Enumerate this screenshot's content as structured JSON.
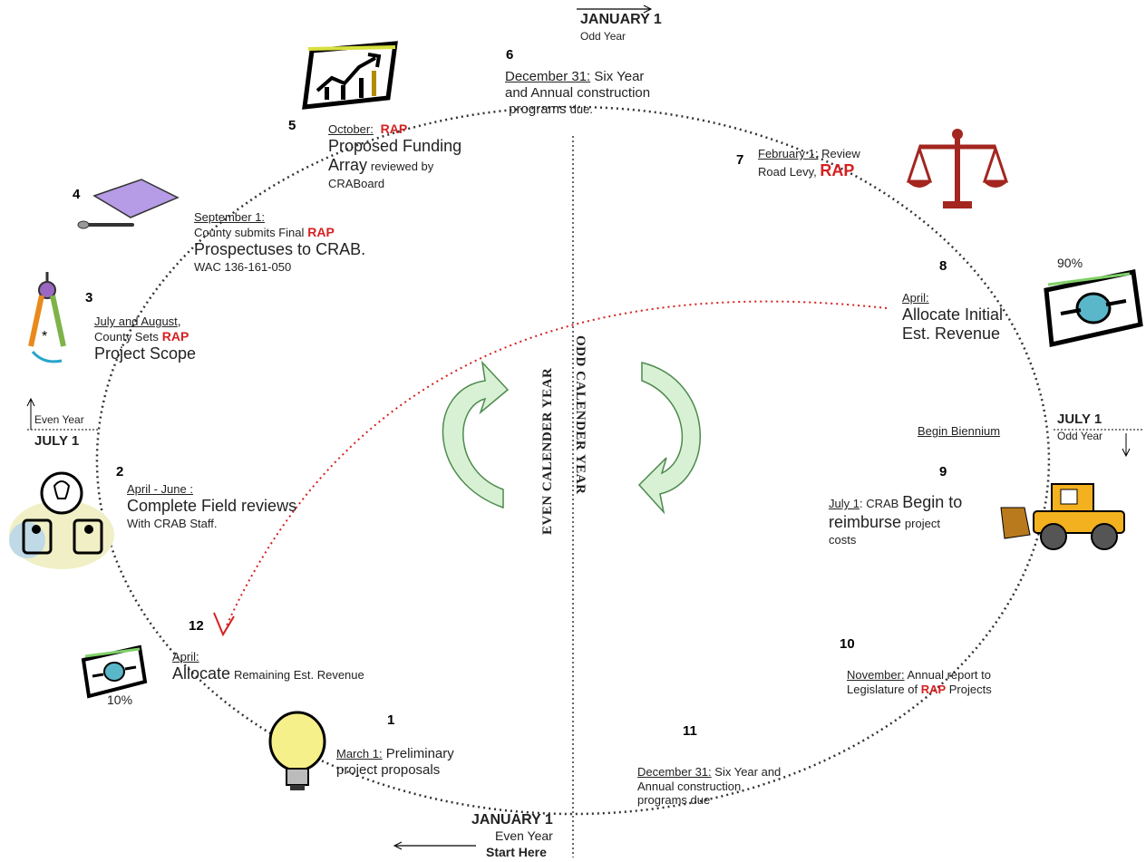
{
  "center": {
    "even_label": "EVEN CALENDER YEAR",
    "odd_label": "ODD CALENDER YEAR"
  },
  "markers": {
    "top": {
      "title": "JANUARY 1",
      "sub": "Odd Year"
    },
    "left": {
      "title": "JULY 1",
      "sub": "Even Year"
    },
    "right": {
      "title": "JULY 1",
      "sub": "Odd Year",
      "note": "Begin Biennium"
    },
    "bottom": {
      "title": "JANUARY 1",
      "sub": "Even Year",
      "start": "Start Here"
    }
  },
  "steps": [
    {
      "num": "1",
      "date": "March 1:",
      "text": "Preliminary",
      "text2": "project proposals"
    },
    {
      "num": "2",
      "date": "April - June :",
      "text": "Complete Field reviews",
      "text2": "With CRAB Staff."
    },
    {
      "num": "3",
      "date": "July and August",
      "text": "County Sets",
      "rap": "RAP",
      "text2": "Project Scope"
    },
    {
      "num": "4",
      "date": "September 1:",
      "text": "County submits Final",
      "rap": "RAP",
      "text2": "Prospectuses to CRAB.",
      "text3": "WAC 136-161-050"
    },
    {
      "num": "5",
      "date": "October:",
      "rap": "RAP",
      "text": "Proposed Funding",
      "text2": "Array",
      "text3": "reviewed  by",
      "text4": "CRABoard"
    },
    {
      "num": "6",
      "date": "December 31:",
      "text": "Six Year",
      "text2": "and Annual construction",
      "text3": "programs",
      "text4": "due."
    },
    {
      "num": "7",
      "date": "February 1:",
      "text": "Review",
      "text2": "Road Levy,",
      "rap": "RAP"
    },
    {
      "num": "8",
      "date": "April:",
      "text": "Allocate Initial",
      "text2": "Est. Revenue",
      "pct": "90%"
    },
    {
      "num": "9",
      "date": "July 1",
      "text": "CRAB",
      "text2": "Begin to",
      "text3": "reimburse",
      "text4": "project",
      "text5": "costs"
    },
    {
      "num": "10",
      "date": "November:",
      "text": "Annual report to",
      "text2": "Legislature of",
      "rap": "RAP",
      "text3": "Projects"
    },
    {
      "num": "11",
      "date": "December 31:",
      "text": "Six Year and",
      "text2": "Annual construction",
      "text3": "programs due"
    },
    {
      "num": "12",
      "date": "April:",
      "text": "Allocate",
      "text2": "Remaining Est. Revenue",
      "pct": "10%"
    }
  ],
  "icons": [
    "chart-icon",
    "folder-pen-icon",
    "compass-icon",
    "people-idea-icon",
    "money-icon",
    "lightbulb-icon",
    "scales-icon",
    "bulldozer-icon"
  ]
}
